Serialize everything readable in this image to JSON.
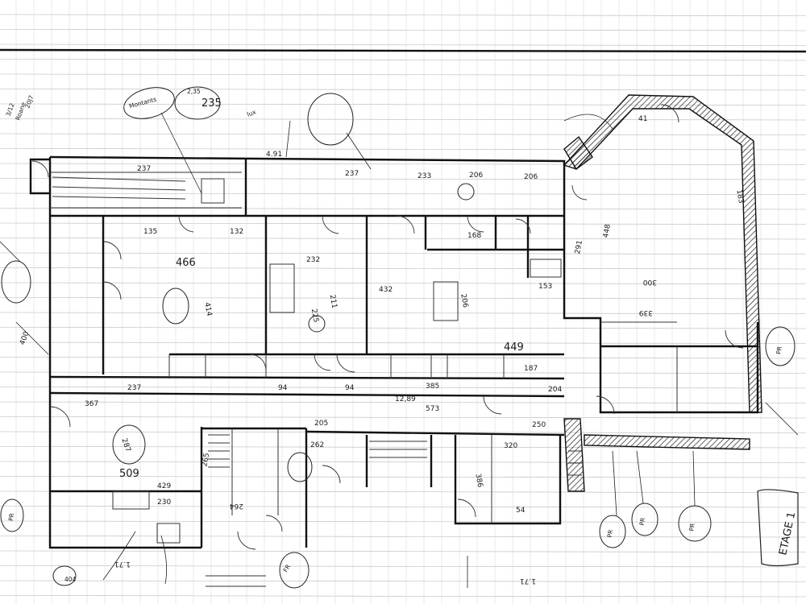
{
  "sheet": {
    "title": "ETAGE 1",
    "margin_notes": [
      "3/12",
      "Roane",
      "20J7"
    ]
  },
  "annotations": [
    {
      "key": "a1",
      "text": "466"
    },
    {
      "key": "a2",
      "text": "235"
    },
    {
      "key": "a3",
      "text": "237"
    },
    {
      "key": "a4",
      "text": "4.91"
    },
    {
      "key": "a5",
      "text": "237"
    },
    {
      "key": "a6",
      "text": "233"
    },
    {
      "key": "a7",
      "text": "206"
    },
    {
      "key": "a8",
      "text": "206"
    },
    {
      "key": "a9",
      "text": "135"
    },
    {
      "key": "a10",
      "text": "132"
    },
    {
      "key": "a11",
      "text": "232"
    },
    {
      "key": "a12",
      "text": "432"
    },
    {
      "key": "a13",
      "text": "168"
    },
    {
      "key": "a14",
      "text": "449"
    },
    {
      "key": "a15",
      "text": "448"
    },
    {
      "key": "a16",
      "text": "291"
    },
    {
      "key": "a17",
      "text": "237"
    },
    {
      "key": "a18",
      "text": "385"
    },
    {
      "key": "a19",
      "text": "204"
    },
    {
      "key": "a20",
      "text": "509"
    },
    {
      "key": "a21",
      "text": "429"
    },
    {
      "key": "a22",
      "text": "230"
    },
    {
      "key": "a23",
      "text": "262"
    },
    {
      "key": "a24",
      "text": "320"
    },
    {
      "key": "a25",
      "text": "265"
    },
    {
      "key": "a26",
      "text": "250"
    },
    {
      "key": "a27",
      "text": "94"
    },
    {
      "key": "a28",
      "text": "94"
    },
    {
      "key": "a29",
      "text": "187"
    },
    {
      "key": "a30",
      "text": "12,89"
    },
    {
      "key": "a31",
      "text": "573"
    },
    {
      "key": "a32",
      "text": "367"
    },
    {
      "key": "a33",
      "text": "183"
    },
    {
      "key": "a34",
      "text": "414"
    },
    {
      "key": "a35",
      "text": "300"
    },
    {
      "key": "a36",
      "text": "339"
    },
    {
      "key": "a37",
      "text": "153"
    },
    {
      "key": "a38",
      "text": "41"
    },
    {
      "key": "a39",
      "text": "225"
    },
    {
      "key": "a40",
      "text": "264"
    },
    {
      "key": "a41",
      "text": "206"
    },
    {
      "key": "a42",
      "text": "211"
    },
    {
      "key": "a43",
      "text": "205"
    },
    {
      "key": "a44",
      "text": "54"
    },
    {
      "key": "a45",
      "text": "386"
    },
    {
      "key": "a46",
      "text": "404"
    },
    {
      "key": "a47",
      "text": "1.71"
    },
    {
      "key": "a48",
      "text": "1.71"
    },
    {
      "key": "a49",
      "text": "287"
    },
    {
      "key": "a50",
      "text": "400"
    }
  ],
  "circled_notes": [
    {
      "key": "c1",
      "text": "Montants"
    },
    {
      "key": "c2",
      "text": "2,35"
    },
    {
      "key": "c3",
      "text": "lux"
    },
    {
      "key": "c4",
      "text": "FR"
    },
    {
      "key": "c5",
      "text": "PR"
    },
    {
      "key": "c6",
      "text": "PR"
    },
    {
      "key": "c7",
      "text": "PR"
    },
    {
      "key": "c8",
      "text": "PR"
    },
    {
      "key": "c9",
      "text": "PR"
    }
  ]
}
